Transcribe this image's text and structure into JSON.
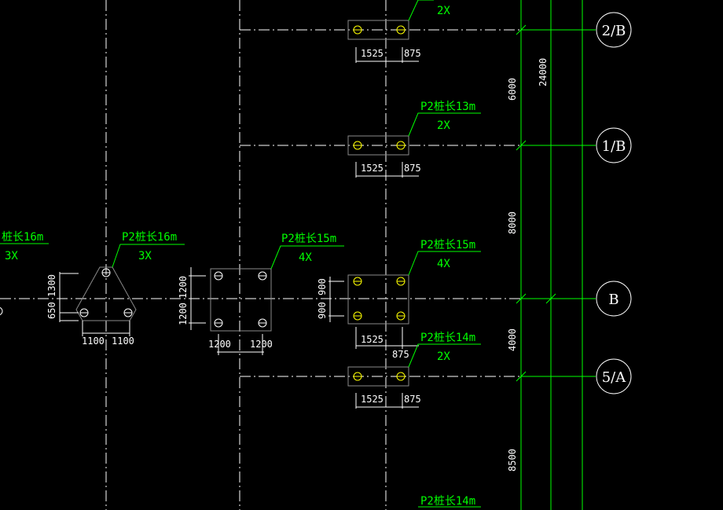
{
  "pile_labels": {
    "top": {
      "name": "",
      "count": "2X"
    },
    "p1": {
      "name": "P2桩长13m",
      "count": "2X"
    },
    "left_edge": {
      "name": "桩长16m",
      "count": "3X"
    },
    "tri": {
      "name": "P2桩长16m",
      "count": "3X"
    },
    "mid": {
      "name": "P2桩长15m",
      "count": "4X"
    },
    "right": {
      "name": "P2桩长15m",
      "count": "4X"
    },
    "p4": {
      "name": "P2桩长14m",
      "count": "2X"
    },
    "bottom": {
      "name": "P2桩长14m"
    }
  },
  "dimensions": {
    "cap_a": [
      "1525",
      "875"
    ],
    "cap_b": [
      "1525",
      "875"
    ],
    "cap_c": [
      "1525",
      "875"
    ],
    "cap_d": [
      "1525",
      "875"
    ],
    "tri_h": [
      "1300",
      "650"
    ],
    "tri_w": [
      "1100",
      "1100"
    ],
    "sq_h": [
      "1200",
      "1200"
    ],
    "sq_w": [
      "1200",
      "1200"
    ],
    "rt_h": [
      "900",
      "900"
    ]
  },
  "grid_spacing": [
    "6000",
    "24000",
    "8000",
    "4000",
    "8500"
  ],
  "axis_bubbles": [
    "2/B",
    "1/B",
    "B",
    "5/A"
  ],
  "colors": {
    "background": "#000000",
    "grid": "#00ff00",
    "text": "#ffffff",
    "pile": "#ffff00"
  }
}
